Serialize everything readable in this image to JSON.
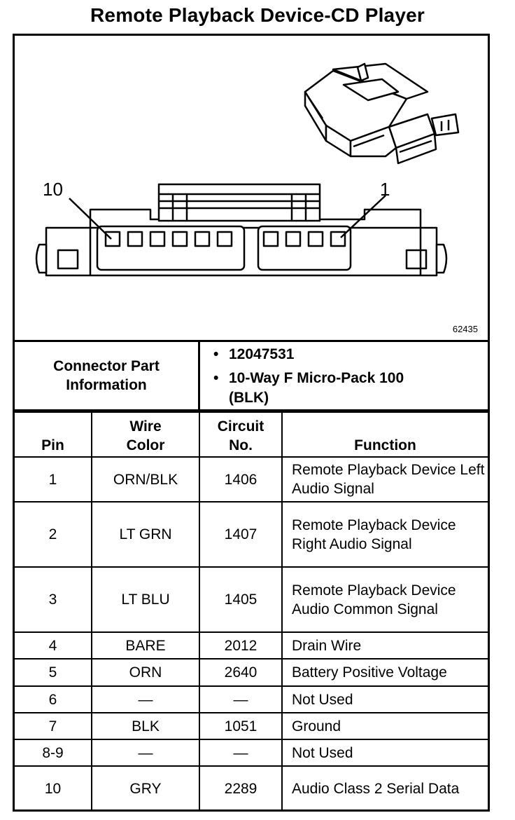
{
  "title": "Remote Playback Device-CD Player",
  "figure": {
    "pin_left_label": "10",
    "pin_right_label": "1",
    "figure_id": "62435",
    "icons": [
      "connector-3d-icon",
      "connector-face-icon"
    ]
  },
  "connector_info": {
    "label": "Connector Part Information",
    "items": [
      "12047531",
      "10-Way F Micro-Pack 100 (BLK)"
    ]
  },
  "table": {
    "headers": {
      "pin": "Pin",
      "wire_color": "Wire Color",
      "circuit": "Circuit No.",
      "function": "Function"
    },
    "rows": [
      {
        "pin": "1",
        "wire_color": "ORN/BLK",
        "circuit": "1406",
        "function": "Remote Playback Device Left Audio Signal"
      },
      {
        "pin": "2",
        "wire_color": "LT GRN",
        "circuit": "1407",
        "function": "Remote Playback Device Right Audio Signal"
      },
      {
        "pin": "3",
        "wire_color": "LT BLU",
        "circuit": "1405",
        "function": "Remote Playback Device Audio Common Signal"
      },
      {
        "pin": "4",
        "wire_color": "BARE",
        "circuit": "2012",
        "function": "Drain Wire"
      },
      {
        "pin": "5",
        "wire_color": "ORN",
        "circuit": "2640",
        "function": "Battery Positive Voltage"
      },
      {
        "pin": "6",
        "wire_color": "—",
        "circuit": "—",
        "function": "Not Used"
      },
      {
        "pin": "7",
        "wire_color": "BLK",
        "circuit": "1051",
        "function": "Ground"
      },
      {
        "pin": "8-9",
        "wire_color": "—",
        "circuit": "—",
        "function": "Not Used"
      },
      {
        "pin": "10",
        "wire_color": "GRY",
        "circuit": "2289",
        "function": "Audio Class 2 Serial Data"
      }
    ]
  }
}
